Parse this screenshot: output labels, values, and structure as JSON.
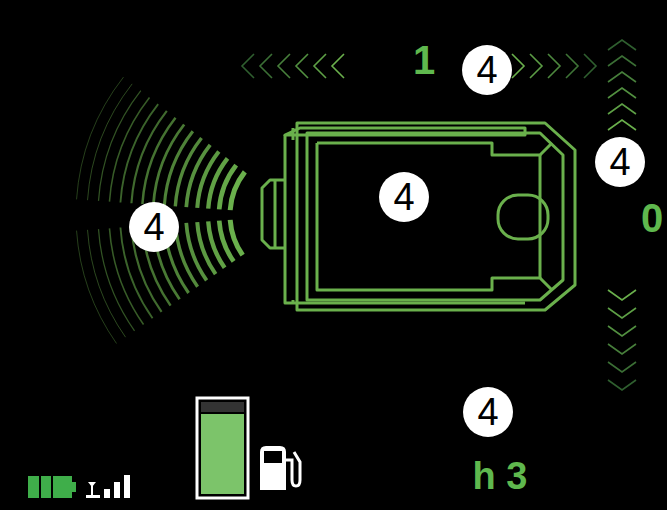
{
  "diagram": {
    "nodes": [
      {
        "text": [
          "4"
        ]
      },
      {
        "text": [
          "4"
        ]
      },
      {
        "text": [
          "4"
        ]
      },
      {
        "text": [
          "4"
        ]
      },
      {
        "text": [
          "4"
        ]
      }
    ],
    "labels": [
      "1",
      "0",
      "h 3"
    ]
  }
}
